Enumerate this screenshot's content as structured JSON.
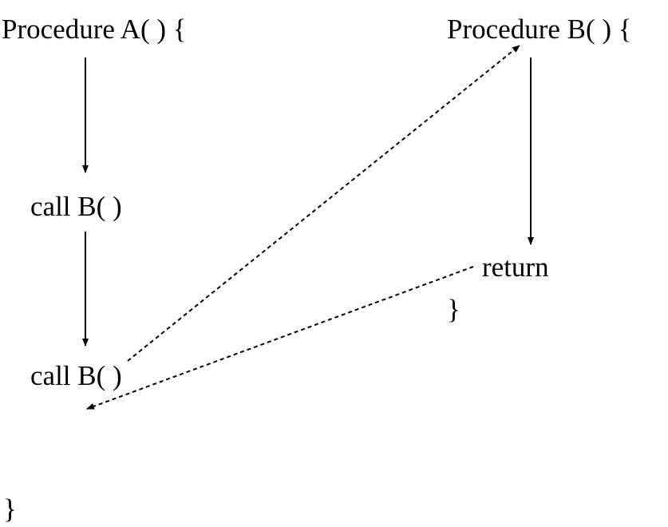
{
  "procedure_a": {
    "header": "Procedure A( ) {",
    "calls": [
      "call B( )",
      "call B( )"
    ],
    "closing_brace": "}"
  },
  "procedure_b": {
    "header": "Procedure B( ) {",
    "return_label": "return",
    "closing_brace": "}"
  },
  "colors": {
    "text": "#000000",
    "arrows": "#000000",
    "background": "#ffffff"
  }
}
